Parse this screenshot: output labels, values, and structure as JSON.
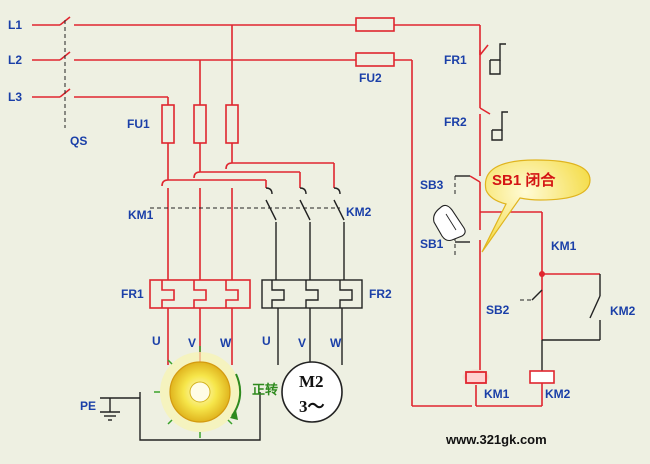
{
  "labels": {
    "l1": "L1",
    "l2": "L2",
    "l3": "L3",
    "qs": "QS",
    "fu1": "FU1",
    "fu2": "FU2",
    "km1_main": "KM1",
    "km2_main": "KM2",
    "fr1_main": "FR1",
    "fr2_main": "FR2",
    "u1": "U",
    "v1": "V",
    "w1": "W",
    "u2": "U",
    "v2": "V",
    "w2": "W",
    "pe": "PE",
    "m2_line1": "M2",
    "m2_line2": "3～",
    "fr1_ctrl": "FR1",
    "fr2_ctrl": "FR2",
    "sb3": "SB3",
    "sb1": "SB1",
    "sb2": "SB2",
    "km1_ctrl": "KM1",
    "km2_ctrl": "KM2",
    "km1_coil": "KM1",
    "km2_coil": "KM2"
  },
  "callout": "SB1 闭合",
  "motor1_status": "正转",
  "watermark": "www.321gk.com",
  "colors": {
    "wire_active": "#e0262f",
    "wire_idle": "#222222",
    "label": "#1a3fa8",
    "callout_bg": "#f7e65a"
  }
}
